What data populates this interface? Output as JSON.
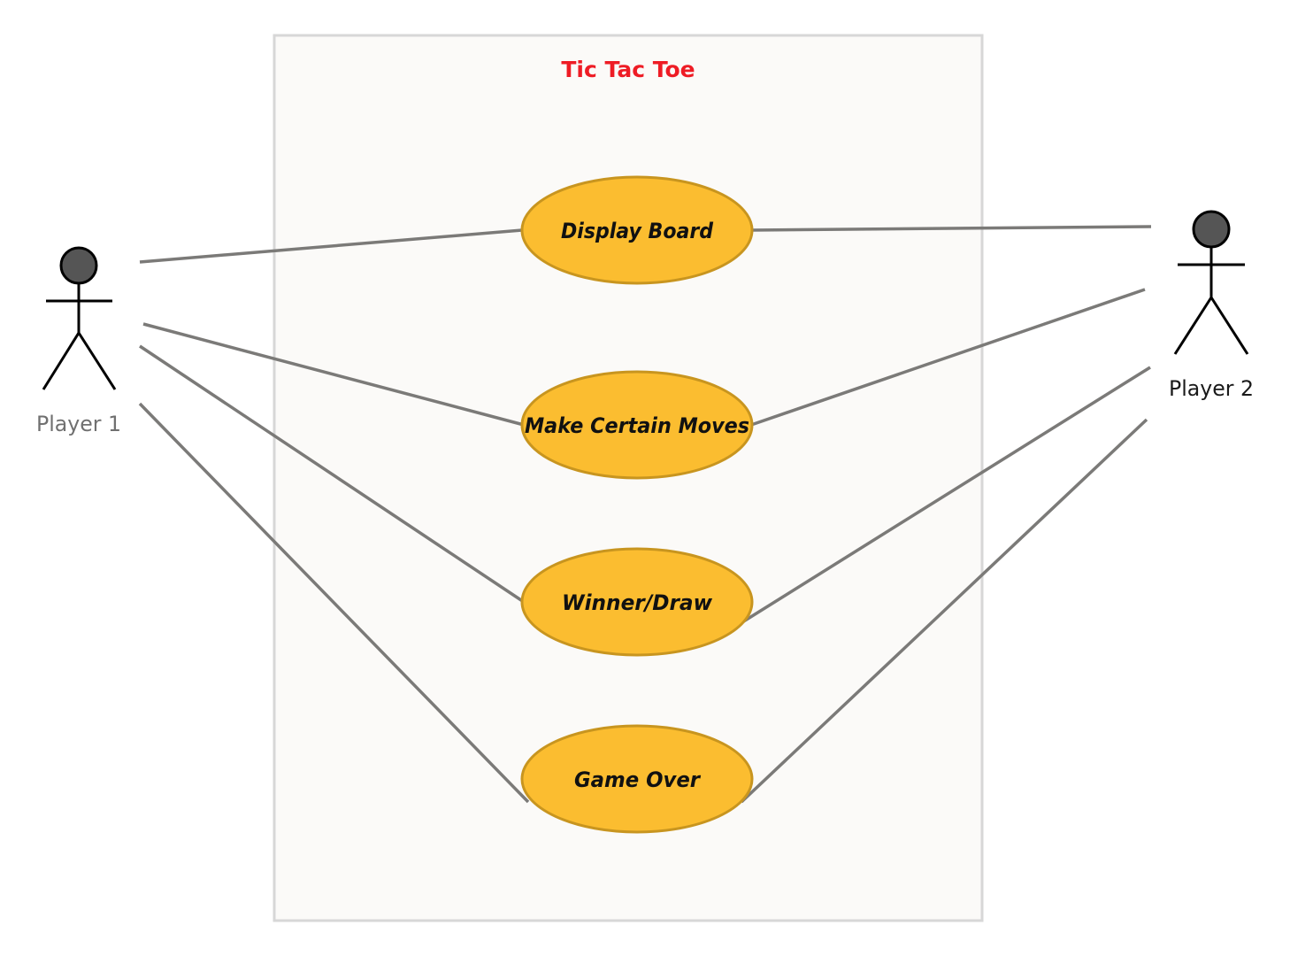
{
  "system": {
    "title": "Tic Tac Toe"
  },
  "actors": [
    {
      "id": "player1",
      "name": "Player 1"
    },
    {
      "id": "player2",
      "name": "Player 2"
    }
  ],
  "use_cases": [
    {
      "id": "display-board",
      "label": "Display Board"
    },
    {
      "id": "make-certain-moves",
      "label": "Make Certain Moves"
    },
    {
      "id": "winner-draw",
      "label": "Winner/Draw"
    },
    {
      "id": "game-over",
      "label": "Game Over"
    }
  ],
  "associations": [
    {
      "actor": "player1",
      "use_case": "display-board"
    },
    {
      "actor": "player1",
      "use_case": "make-certain-moves"
    },
    {
      "actor": "player1",
      "use_case": "winner-draw"
    },
    {
      "actor": "player1",
      "use_case": "game-over"
    },
    {
      "actor": "player2",
      "use_case": "display-board"
    },
    {
      "actor": "player2",
      "use_case": "make-certain-moves"
    },
    {
      "actor": "player2",
      "use_case": "winner-draw"
    },
    {
      "actor": "player2",
      "use_case": "game-over"
    }
  ],
  "colors": {
    "title": "#ee1c25",
    "use_case_fill": "#fbbd30",
    "use_case_stroke": "#c8951f",
    "connector": "#7b7a78",
    "boundary_fill": "#fbfaf8",
    "boundary_stroke": "#d7d7d7",
    "actor_head": "#555555"
  }
}
